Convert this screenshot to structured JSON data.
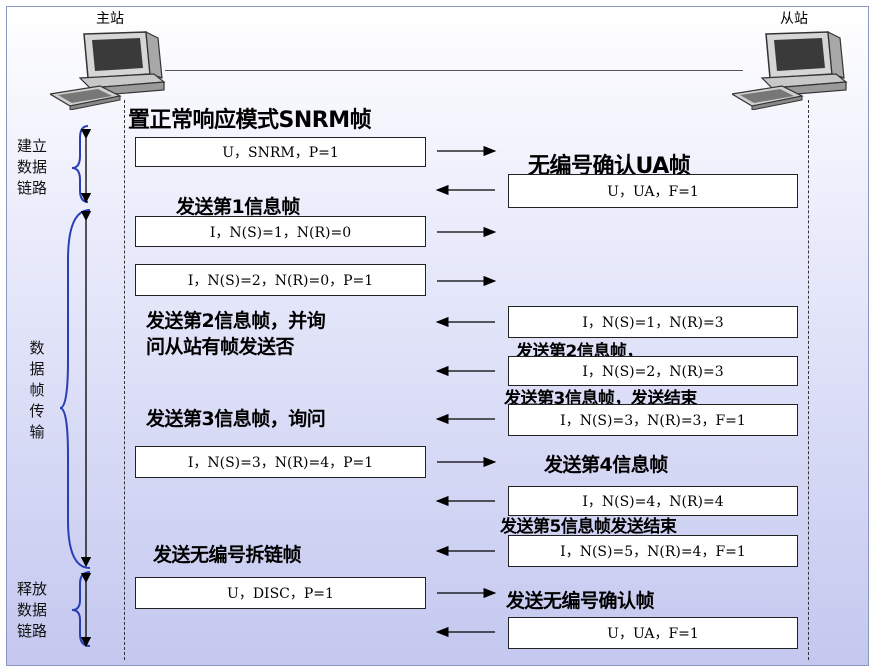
{
  "stations": {
    "master": "主站",
    "slave": "从站"
  },
  "icons": {
    "master": "desktop-computer-icon",
    "slave": "desktop-computer-icon"
  },
  "colors": {
    "brace": "#2b3fb5",
    "accent_bg_top": "#ffffff",
    "accent_bg_bottom": "#c4c8ef"
  },
  "phases": {
    "establish": "建立\n数据\n链路",
    "transfer": "数\n据\n帧\n传\n输",
    "release": "释放\n数据\n链路"
  },
  "captions": {
    "snrm": "置正常响应模式SNRM帧",
    "ua_confirm": "无编号确认UA帧",
    "send_i1": "发送第1信息帧",
    "send_i2_poll": "发送第2信息帧，并询\n问从站有帧发送否",
    "slave_send_i2": "发送第2信息帧，",
    "slave_send_i3_end": "发送第3信息帧，发送结束",
    "send_i3_poll": "发送第3信息帧，询问",
    "slave_send_i4": "发送第4信息帧",
    "slave_send_i5_end": "发送第5信息帧发送结束",
    "send_disc": "发送无编号拆链帧",
    "send_ua": "发送无编号确认帧"
  },
  "frames": {
    "m1": "U，SNRM，P=1",
    "s1": "U，UA，F=1",
    "m2": "I，N(S)=1，N(R)=0",
    "m3": "I，N(S)=2，N(R)=0，P=1",
    "s2": "I，N(S)=1，N(R)=3",
    "s3": "I，N(S)=2，N(R)=3",
    "s4": "I，N(S)=3，N(R)=3，F=1",
    "m4": "I，N(S)=3，N(R)=4，P=1",
    "s5": "I，N(S)=4，N(R)=4",
    "s6": "I，N(S)=5，N(R)=4，F=1",
    "m5": "U，DISC，P=1",
    "s7": "U，UA，F=1"
  }
}
